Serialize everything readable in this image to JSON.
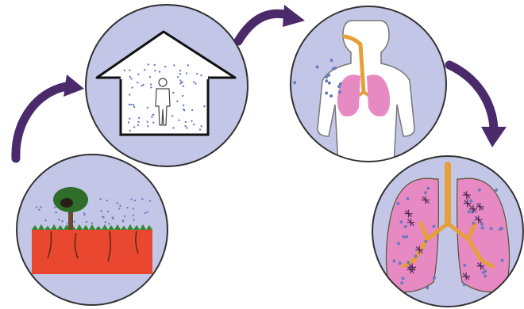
{
  "diagram": {
    "steps": [
      {
        "id": "soil",
        "depicts": "tree-on-soil"
      },
      {
        "id": "house",
        "depicts": "person-in-house"
      },
      {
        "id": "body",
        "depicts": "breathing-into-lungs"
      },
      {
        "id": "lungs",
        "depicts": "damaged-lungs"
      }
    ]
  },
  "colors": {
    "circle_fill": "#c3c6e6",
    "circle_stroke": "#333333",
    "arrow": "#4b2a6b",
    "soil": "#e9472f",
    "grass": "#2e8b2e",
    "tree": "#2f6d2a",
    "lung_pink": "#e78ac4",
    "airway": "#e5a03a",
    "particle": "#6a7bbf"
  }
}
